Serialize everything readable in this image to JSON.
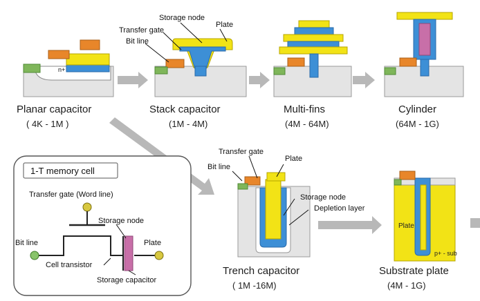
{
  "colors": {
    "blue": "#3d8fd6",
    "yellow": "#f2e316",
    "orange": "#e8862a",
    "green": "#7fb65a",
    "substrate": "#e4e4e4",
    "arrow": "#b8b8b8",
    "pink": "#c86fa8",
    "knob": "#d8c840"
  },
  "stages": [
    {
      "name": "Planar capacitor",
      "range": "( 4K - 1M )"
    },
    {
      "name": "Stack capacitor",
      "range": "(1M - 4M)"
    },
    {
      "name": "Multi-fins",
      "range": "(4M - 64M)"
    },
    {
      "name": "Cylinder",
      "range": "(64M - 1G)"
    },
    {
      "name": "Trench capacitor",
      "range": "( 1M -16M)"
    },
    {
      "name": "Substrate plate",
      "range": "(4M - 1G)"
    }
  ],
  "labels": {
    "n_plus": "n+",
    "storage_node": "Storage node",
    "plate": "Plate",
    "transfer_gate": "Transfer gate",
    "bit_line": "Bit line",
    "depletion_layer": "Depletion layer",
    "p_sub": "p+ - sub"
  },
  "memory_cell": {
    "title": "1-T memory cell",
    "transfer_gate": "Transfer gate (Word line)",
    "storage_node": "Storage node",
    "bit_line": "Bit line",
    "plate": "Plate",
    "cell_transistor": "Cell transistor",
    "storage_capacitor": "Storage capacitor"
  }
}
